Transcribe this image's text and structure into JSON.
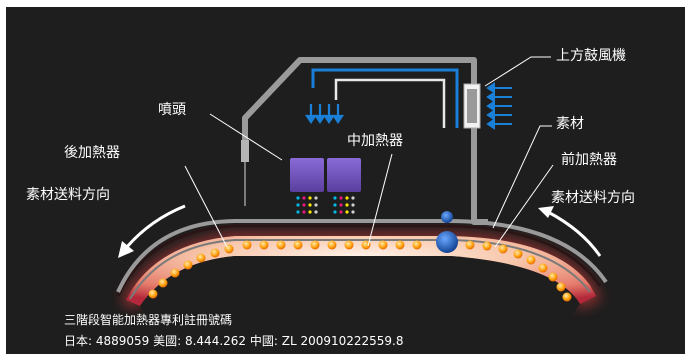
{
  "labels": {
    "blower": "上方鼓風機",
    "nozzle": "噴頭",
    "post_heater": "後加熱器",
    "mid_heater": "中加熱器",
    "media": "素材",
    "pre_heater": "前加熱器",
    "feed_dir_left": "素材送料方向",
    "feed_dir_right": "素材送料方向"
  },
  "footer": {
    "line1": "三階段智能加熱器專利註冊號碼",
    "line2": "日本: 4889059 美國: 8.444.262 中國: ZL 200910222559.8"
  },
  "colors": {
    "background": "#1e1e1e",
    "frame": "#8c8c8c",
    "airflow": "#1a7fd6",
    "heater_glow": "#f2b89a",
    "heater_dot": "#ffa10e",
    "print_head": "#6a4fb0",
    "roller": "#1d5db3",
    "text": "#ffffff"
  }
}
